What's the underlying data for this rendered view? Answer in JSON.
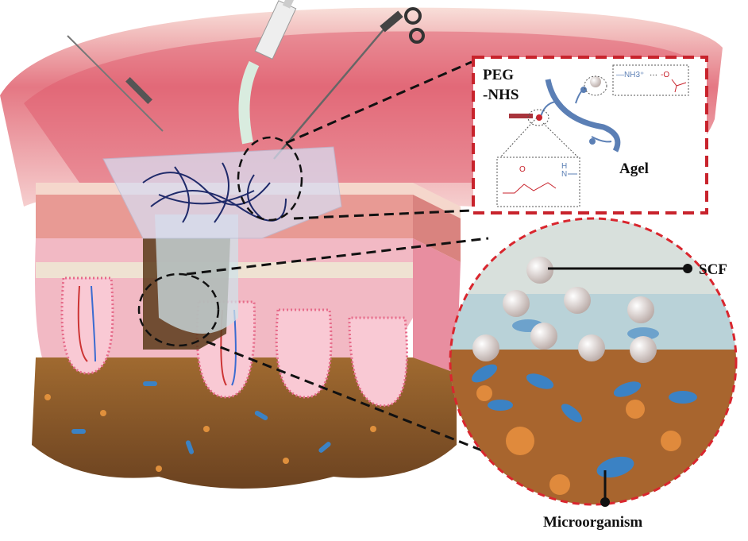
{
  "labels": {
    "peg_nhs_line1": "PEG",
    "peg_nhs_line2": "-NHS",
    "agel": "Agel",
    "scf": "SCF",
    "microorganism": "Microorganism"
  },
  "chemistry": {
    "amine": "—NH3⁺",
    "ionic_bond": "···",
    "carboxylate": "-O",
    "amide_n": "N",
    "amide_h": "H",
    "oxygen": "O"
  },
  "colors": {
    "inset_border": "#c8232c",
    "polymer": "#5b7fb5",
    "peg": "#a8343c",
    "tissue_pink": "#e8a0ac",
    "soil_brown": "#8a5a2b",
    "microbe_blue": "#3b82c4",
    "microbe_orange": "#e08a3c"
  }
}
